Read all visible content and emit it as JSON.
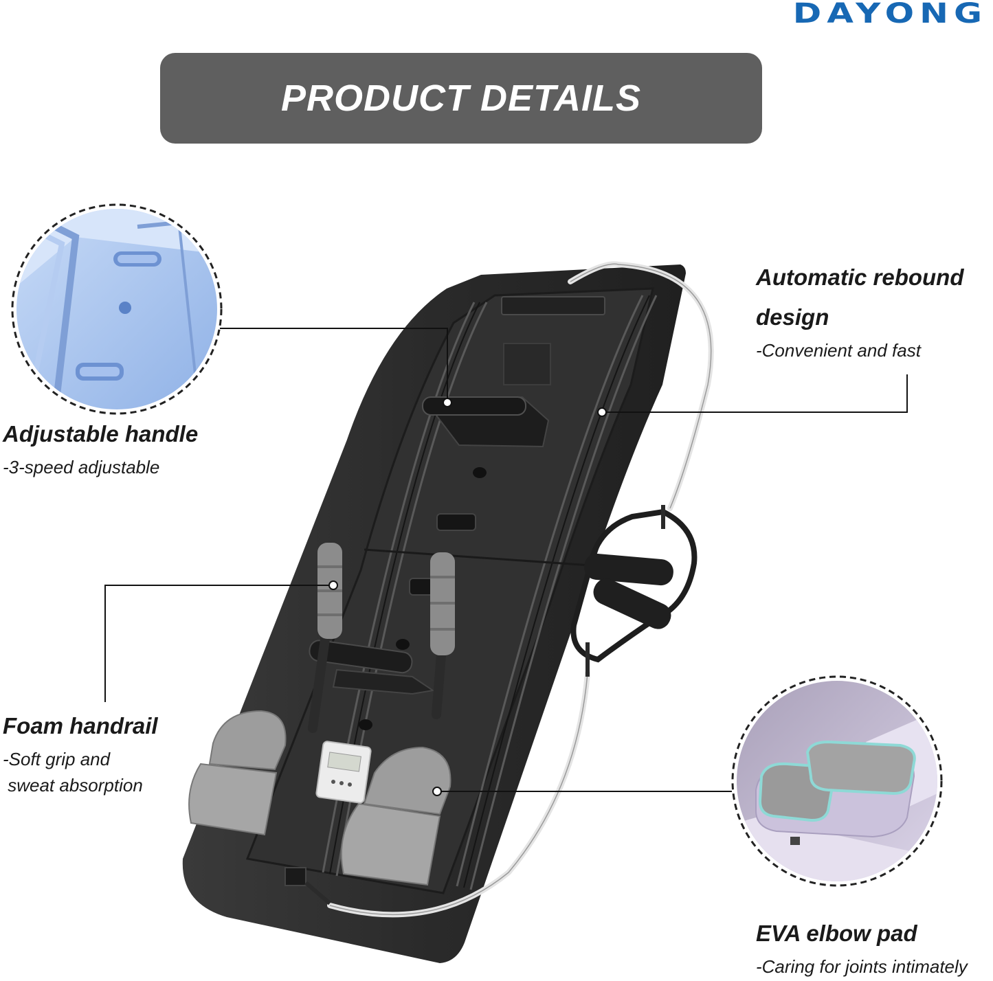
{
  "brand": {
    "logo_text": "DAYONG",
    "color": "#1768b4"
  },
  "banner": {
    "title": "PRODUCT DETAILS",
    "bg_color": "#5f5f5f"
  },
  "features": {
    "rebound": {
      "title_line1": "Automatic rebound",
      "title_line2": "design",
      "subtitle": "-Convenient and fast"
    },
    "handle": {
      "title": "Adjustable handle",
      "subtitle": "-3-speed adjustable"
    },
    "handrail": {
      "title": "Foam handrail",
      "subtitle_line1": "-Soft grip and",
      "subtitle_line2": " sweat absorption"
    },
    "elbow_pad": {
      "title": "EVA elbow pad",
      "subtitle": "-Caring for joints intimately"
    }
  },
  "product_image": {
    "subject": "back stretcher exercise board",
    "board_color": "#2e2e2e",
    "pad_color": "#9a9a9a"
  },
  "detail_insets": [
    {
      "name": "handle-slots-closeup",
      "tint": "#a9c5ef"
    },
    {
      "name": "elbow-pad-closeup",
      "tint": "#cbc3dd"
    }
  ]
}
